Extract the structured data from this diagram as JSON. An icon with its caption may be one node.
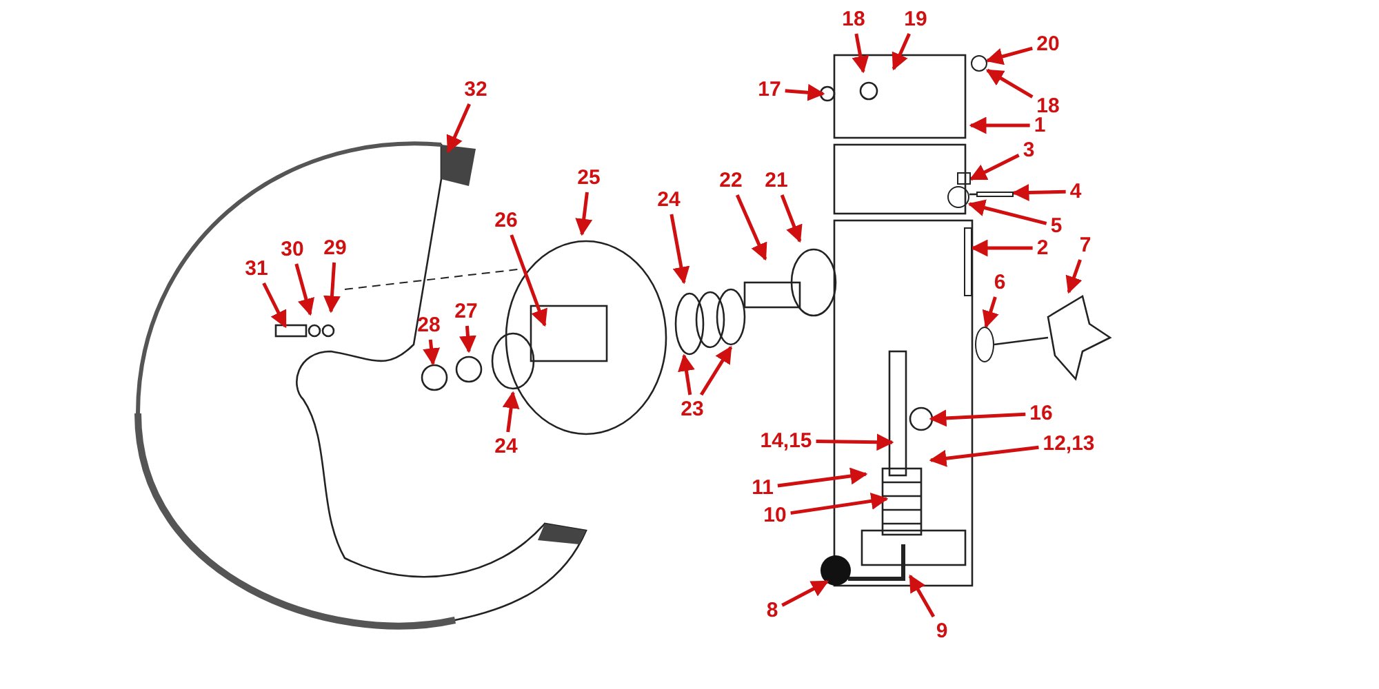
{
  "diagram": {
    "nodes": [
      {
        "text": [
          "32"
        ]
      },
      {
        "text": [
          "18"
        ]
      },
      {
        "text": [
          "19"
        ]
      },
      {
        "text": [
          "20"
        ]
      },
      {
        "text": [
          "17"
        ]
      },
      {
        "text": [
          "18"
        ]
      },
      {
        "text": [
          "1"
        ]
      },
      {
        "text": [
          "3"
        ]
      },
      {
        "text": [
          "4"
        ]
      },
      {
        "text": [
          "5"
        ]
      },
      {
        "text": [
          "2"
        ]
      },
      {
        "text": [
          "7"
        ]
      },
      {
        "text": [
          "6"
        ]
      },
      {
        "text": [
          "25"
        ]
      },
      {
        "text": [
          "22"
        ]
      },
      {
        "text": [
          "21"
        ]
      },
      {
        "text": [
          "24"
        ]
      },
      {
        "text": [
          "26"
        ]
      },
      {
        "text": [
          "30"
        ]
      },
      {
        "text": [
          "29"
        ]
      },
      {
        "text": [
          "31"
        ]
      },
      {
        "text": [
          "27"
        ]
      },
      {
        "text": [
          "28"
        ]
      },
      {
        "text": [
          "24"
        ]
      },
      {
        "text": [
          "23"
        ]
      },
      {
        "text": [
          "16"
        ]
      },
      {
        "text": [
          "14,15"
        ]
      },
      {
        "text": [
          "12,13"
        ]
      },
      {
        "text": [
          "11"
        ]
      },
      {
        "text": [
          "10"
        ]
      },
      {
        "text": [
          "8"
        ]
      },
      {
        "text": [
          "9"
        ]
      },
      {
        "text": [],
        "shape": "circle"
      },
      {
        "text": [],
        "shape": "bar"
      },
      {
        "text": [],
        "shape": "bar"
      },
      {
        "text": [],
        "shape": "circle"
      },
      {
        "text": [],
        "shape": "box"
      },
      {
        "text": [],
        "shape": "circle"
      }
    ],
    "edges": [
      {
        "from": 0,
        "to": null,
        "arrow": "to"
      },
      {
        "from": 1,
        "to": null,
        "arrow": "to"
      },
      {
        "from": 2,
        "to": null,
        "arrow": "to"
      },
      {
        "from": 3,
        "to": 32,
        "arrow": "to"
      },
      {
        "from": 4,
        "to": null,
        "arrow": "to"
      },
      {
        "from": 5,
        "to": 32,
        "arrow": "to"
      },
      {
        "from": 6,
        "to": null,
        "arrow": "to"
      },
      {
        "from": 7,
        "to": 36,
        "arrow": "to"
      },
      {
        "from": 8,
        "to": 33,
        "arrow": "to"
      },
      {
        "from": 9,
        "to": 35,
        "arrow": "to"
      },
      {
        "from": 10,
        "to": 34,
        "arrow": "to"
      },
      {
        "from": 11,
        "to": null,
        "arrow": "to"
      },
      {
        "from": 12,
        "to": 37,
        "arrow": "to"
      },
      {
        "from": 13,
        "to": null,
        "arrow": "to"
      },
      {
        "from": 14,
        "to": null,
        "arrow": "to"
      },
      {
        "from": 15,
        "to": null,
        "arrow": "to"
      },
      {
        "from": 16,
        "to": null,
        "arrow": "to"
      },
      {
        "from": 17,
        "to": null,
        "arrow": "to"
      },
      {
        "from": 18,
        "to": null,
        "arrow": "to"
      },
      {
        "from": 19,
        "to": null,
        "arrow": "to"
      },
      {
        "from": 20,
        "to": null,
        "arrow": "to"
      },
      {
        "from": 21,
        "to": null,
        "arrow": "to"
      },
      {
        "from": 22,
        "to": null,
        "arrow": "to"
      },
      {
        "from": 23,
        "to": null,
        "arrow": "to"
      },
      {
        "from": 24,
        "to": null,
        "arrow": "to"
      },
      {
        "from": 24,
        "to": null,
        "arrow": "to"
      },
      {
        "from": 25,
        "to": null,
        "arrow": "to"
      },
      {
        "from": 26,
        "to": null,
        "arrow": "to"
      },
      {
        "from": 27,
        "to": null,
        "arrow": "to"
      },
      {
        "from": 28,
        "to": null,
        "arrow": "to"
      },
      {
        "from": 29,
        "to": null,
        "arrow": "to"
      },
      {
        "from": 30,
        "to": null,
        "arrow": "to"
      },
      {
        "from": 31,
        "to": null,
        "arrow": "to"
      }
    ]
  }
}
